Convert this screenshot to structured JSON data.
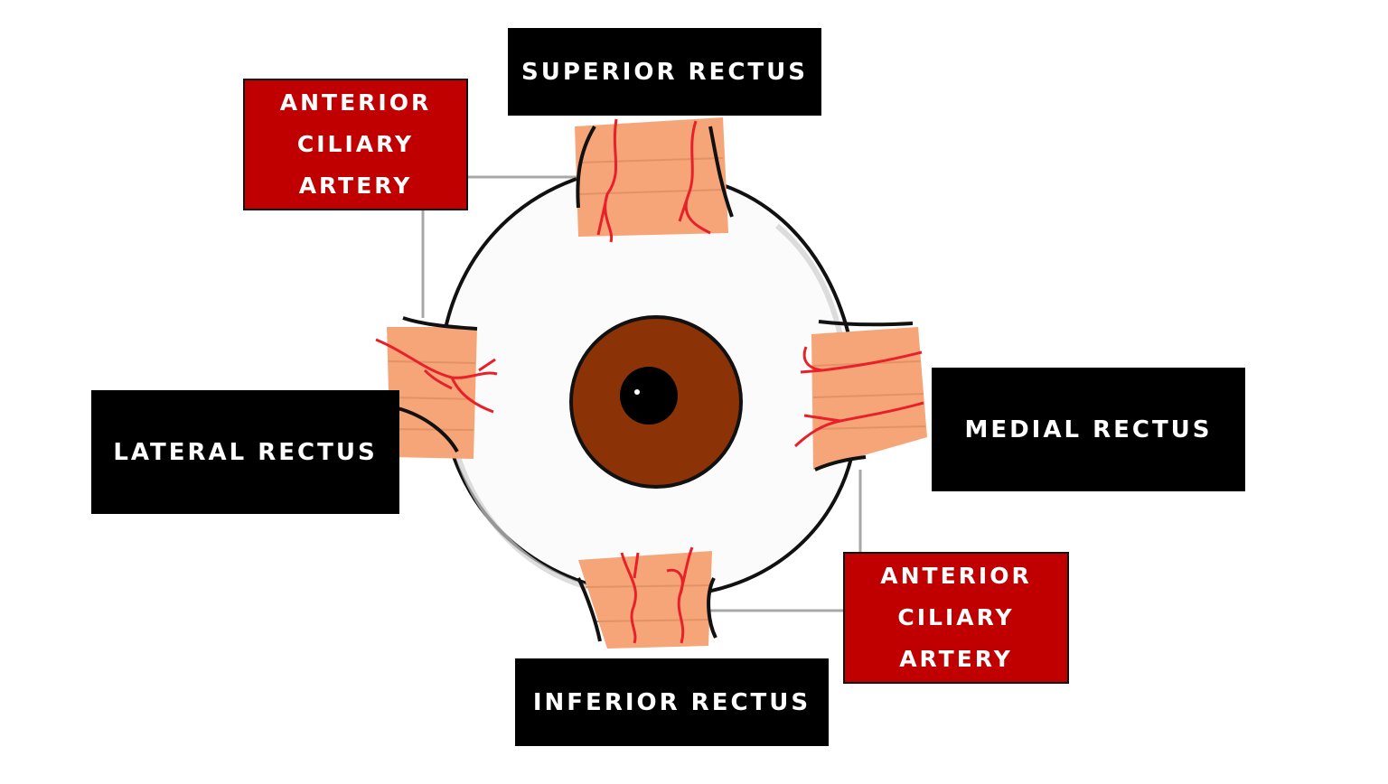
{
  "labels": {
    "superior": "SUPERIOR RECTUS",
    "inferior": "INFERIOR RECTUS",
    "lateral": "LATERAL RECTUS",
    "medial": "MEDIAL RECTUS",
    "artery_top": [
      "ANTERIOR",
      "CILIARY",
      "ARTERY"
    ],
    "artery_bottom": [
      "ANTERIOR",
      "CILIARY",
      "ARTERY"
    ]
  },
  "colors": {
    "label_black": "#000000",
    "label_red": "#c00000",
    "muscle": "#f5a577",
    "vessel": "#e8202a",
    "iris": "#8b3206",
    "pupil": "#000000",
    "leader_line": "#a8a8a8"
  }
}
